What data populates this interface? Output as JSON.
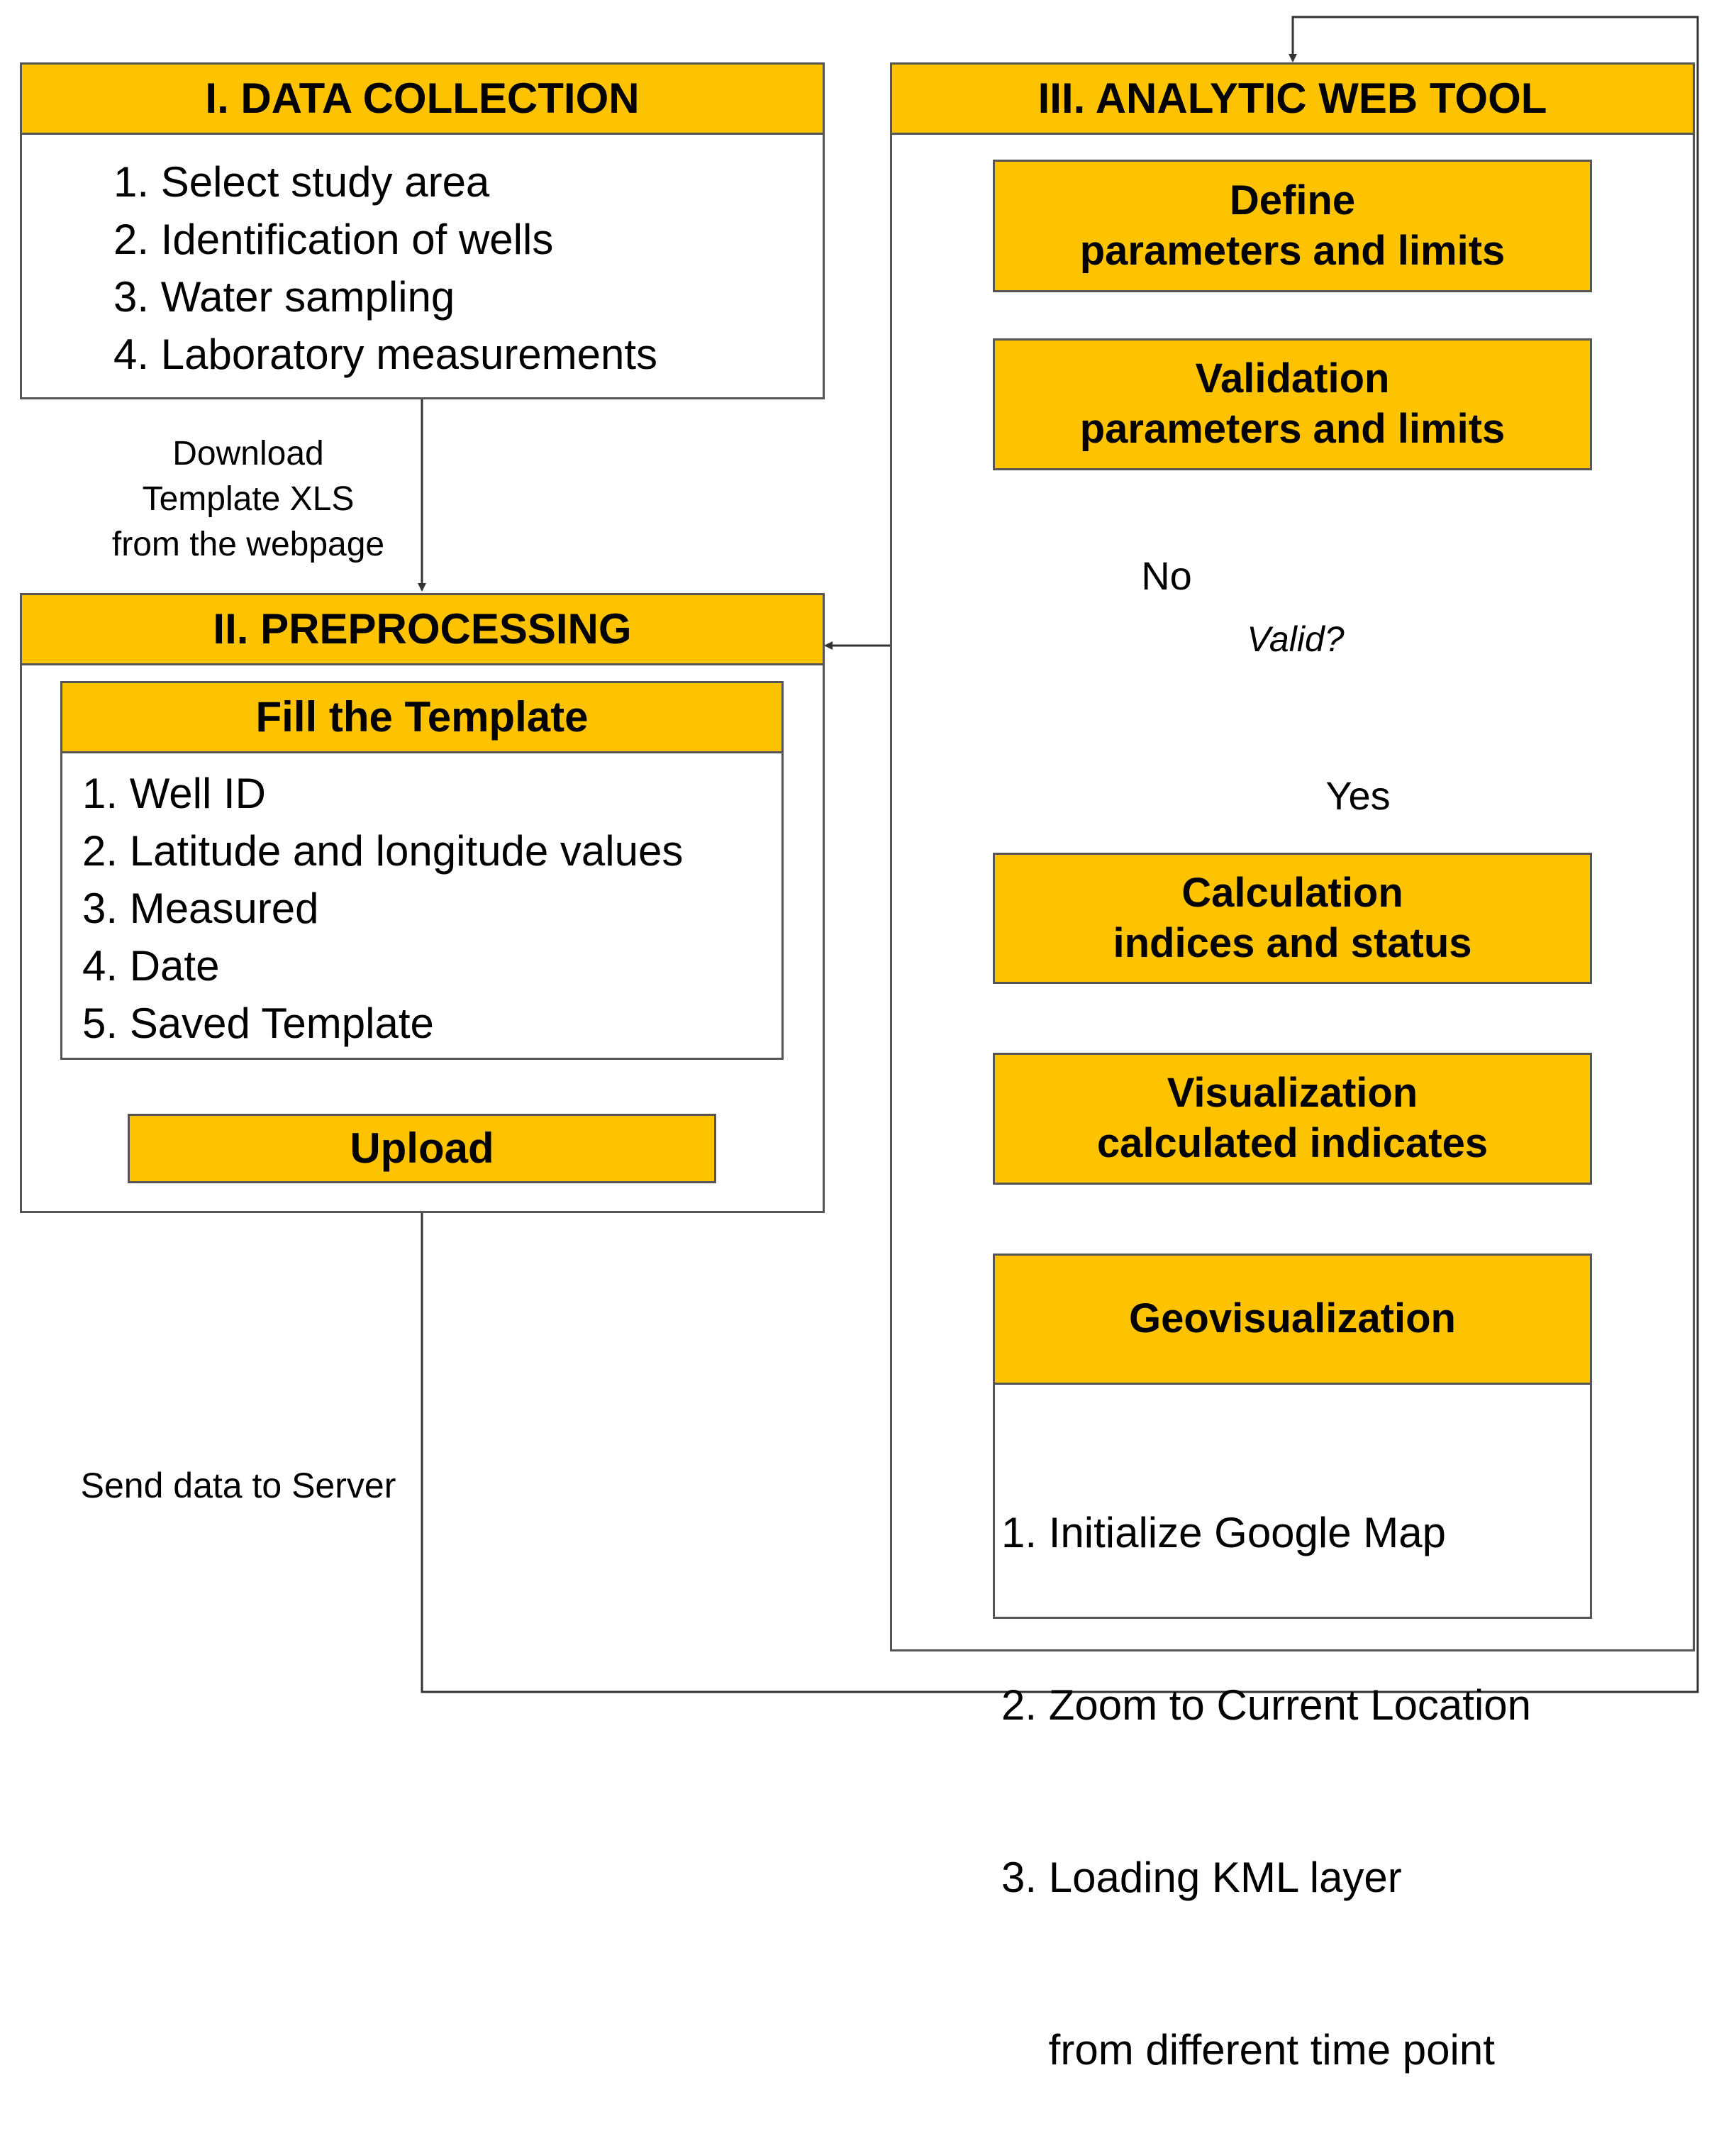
{
  "data_collection": {
    "title": "I. DATA COLLECTION",
    "items": [
      "1. Select study area",
      "2. Identification of wells",
      "3. Water sampling",
      "4.  Laboratory measurements"
    ]
  },
  "download_label": [
    "Download",
    "Template XLS",
    "from the webpage"
  ],
  "preprocessing": {
    "title": "II. PREPROCESSING",
    "fill_title": "Fill the Template",
    "items": [
      "1. Well ID",
      "2. Latitude and longitude values",
      "3. Measured",
      "4. Date",
      "5. Saved Template"
    ],
    "upload": "Upload"
  },
  "send_label": "Send data to Server",
  "analytic": {
    "title": "III. ANALYTIC WEB TOOL",
    "define": [
      "Define",
      "parameters and limits"
    ],
    "validation": [
      "Validation",
      "parameters and limits"
    ],
    "decision": "Valid?",
    "no_label": "No",
    "yes_label": "Yes",
    "calculation": [
      "Calculation",
      "indices and status"
    ],
    "visualization": [
      "Visualization",
      "calculated indicates"
    ],
    "geo_title": "Geovisualization",
    "geo_items": [
      "1. Initialize Google Map",
      "2. Zoom to Current Location",
      "3. Loading KML layer",
      "    from different time point"
    ]
  },
  "colors": {
    "accent": "#fdc300",
    "border": "#555555",
    "line": "#333333"
  }
}
